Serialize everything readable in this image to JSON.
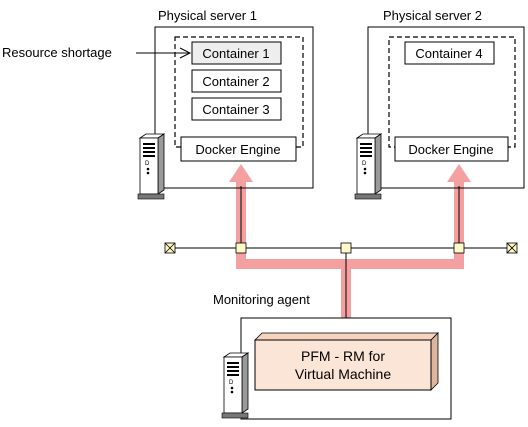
{
  "servers": [
    {
      "title": "Physical server 1",
      "containers": [
        "Container 1",
        "Container 2",
        "Container 3"
      ],
      "engine": "Docker Engine"
    },
    {
      "title": "Physical server 2",
      "containers": [
        "Container 4"
      ],
      "engine": "Docker Engine"
    }
  ],
  "resource_shortage_label": "Resource shortage",
  "monitoring": {
    "title": "Monitoring agent",
    "product_line1": "PFM - RM for",
    "product_line2": "Virtual Machine"
  },
  "colors": {
    "flow_arrow": "#f4a0a0",
    "product_box": "#fbe5d6",
    "highlighted_container": "#eeeeee"
  }
}
